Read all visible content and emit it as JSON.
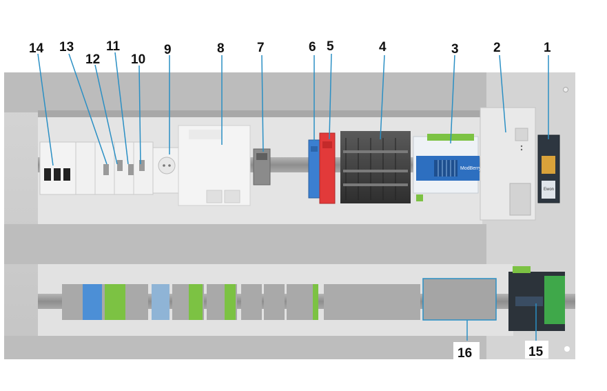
{
  "callouts": [
    {
      "id": "1",
      "label": "1"
    },
    {
      "id": "2",
      "label": "2"
    },
    {
      "id": "3",
      "label": "3"
    },
    {
      "id": "4",
      "label": "4"
    },
    {
      "id": "5",
      "label": "5"
    },
    {
      "id": "6",
      "label": "6"
    },
    {
      "id": "7",
      "label": "7"
    },
    {
      "id": "8",
      "label": "8"
    },
    {
      "id": "9",
      "label": "9"
    },
    {
      "id": "10",
      "label": "10"
    },
    {
      "id": "11",
      "label": "11"
    },
    {
      "id": "12",
      "label": "12"
    },
    {
      "id": "13",
      "label": "13"
    },
    {
      "id": "14",
      "label": "14"
    },
    {
      "id": "15",
      "label": "15"
    },
    {
      "id": "16",
      "label": "16"
    }
  ],
  "device_text": {
    "plc_brand": "ModBerry",
    "gateway_brand": "Ewon"
  },
  "colors": {
    "callout_line": "#2a8fc4",
    "panel": "#c9c9c9",
    "rail": "#9a9a9a",
    "red_relay": "#e23a3a",
    "blue_relay": "#3b7fd1",
    "terminal_green": "#7cc243",
    "terminal_blue": "#4c8fd6"
  }
}
